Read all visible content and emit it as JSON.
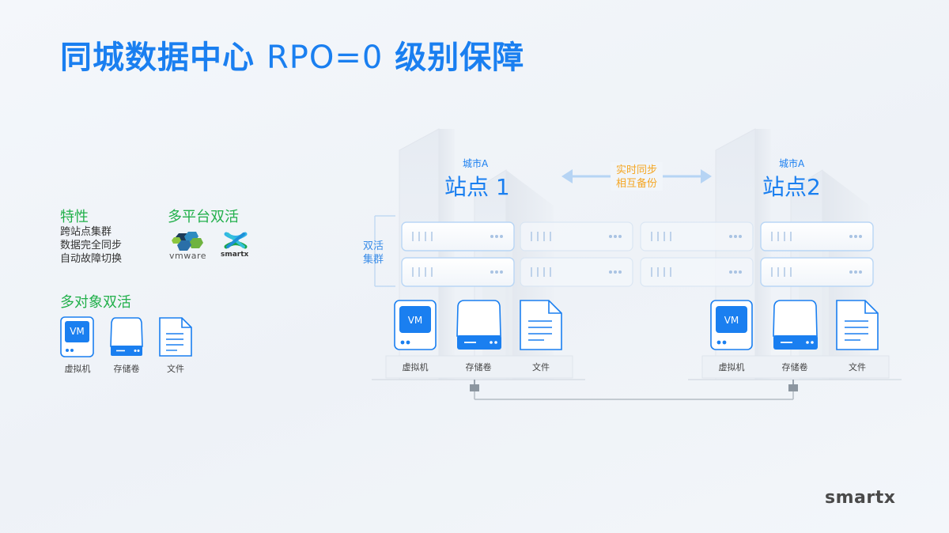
{
  "title": {
    "main": "同城数据中心",
    "rpo": "RPO=0",
    "suffix": "级别保障"
  },
  "features": {
    "title": "特性",
    "items": [
      "跨站点集群",
      "数据完全同步",
      "自动故障切换"
    ]
  },
  "platforms": {
    "title": "多平台双活",
    "logos": [
      {
        "name": "vmware",
        "icon": "vmware-logo"
      },
      {
        "name": "smartx",
        "icon": "smartx-logo"
      }
    ]
  },
  "objects": {
    "title": "多对象双活",
    "items": [
      {
        "label": "虚拟机",
        "icon": "vm-icon",
        "badge": "VM"
      },
      {
        "label": "存储卷",
        "icon": "storage-volume-icon"
      },
      {
        "label": "文件",
        "icon": "file-icon"
      }
    ]
  },
  "diagram": {
    "cluster_label": [
      "双活",
      "集群"
    ],
    "sync_label": [
      "实时同步",
      "相互备份"
    ],
    "sites": [
      {
        "city": "城市A",
        "name": "站点 1",
        "vm_badge": "VM",
        "labels": [
          "虚拟机",
          "存储卷",
          "文件"
        ]
      },
      {
        "city": "城市A",
        "name": "站点2",
        "vm_badge": "VM",
        "labels": [
          "虚拟机",
          "存储卷",
          "文件"
        ]
      }
    ]
  },
  "brand": {
    "name": "smartx"
  },
  "colors": {
    "primary": "#1a7ff0",
    "accent_green": "#22b04b",
    "sync_orange": "#f5a623",
    "brand_gray": "#4a4a4a"
  }
}
